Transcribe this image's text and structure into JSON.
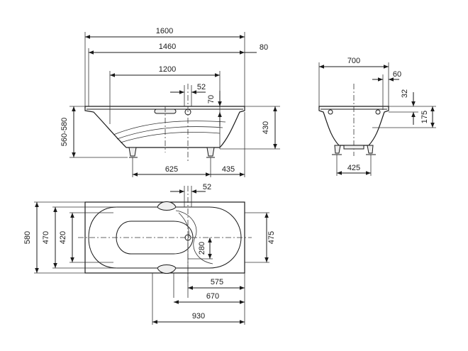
{
  "dimensions": {
    "side_length_total": "1600",
    "side_length_inner": "1460",
    "side_rim": "80",
    "side_bottom_length": "1200",
    "side_handle_gap": "52",
    "side_handle_offset": "70",
    "side_height_range": "560-580",
    "side_depth": "430",
    "side_leg_left": "625",
    "side_leg_right": "435",
    "end_width": "700",
    "end_rim": "60",
    "end_rim_height": "32",
    "end_overflow_height": "175",
    "end_leg_spacing": "425",
    "top_handle_gap": "52",
    "top_width": "580",
    "top_inner_width": "470",
    "top_bottom_width": "420",
    "top_drain_offset": "280",
    "top_right_width": "475",
    "top_drain_x1": "575",
    "top_drain_x2": "670",
    "top_drain_x3": "930"
  }
}
